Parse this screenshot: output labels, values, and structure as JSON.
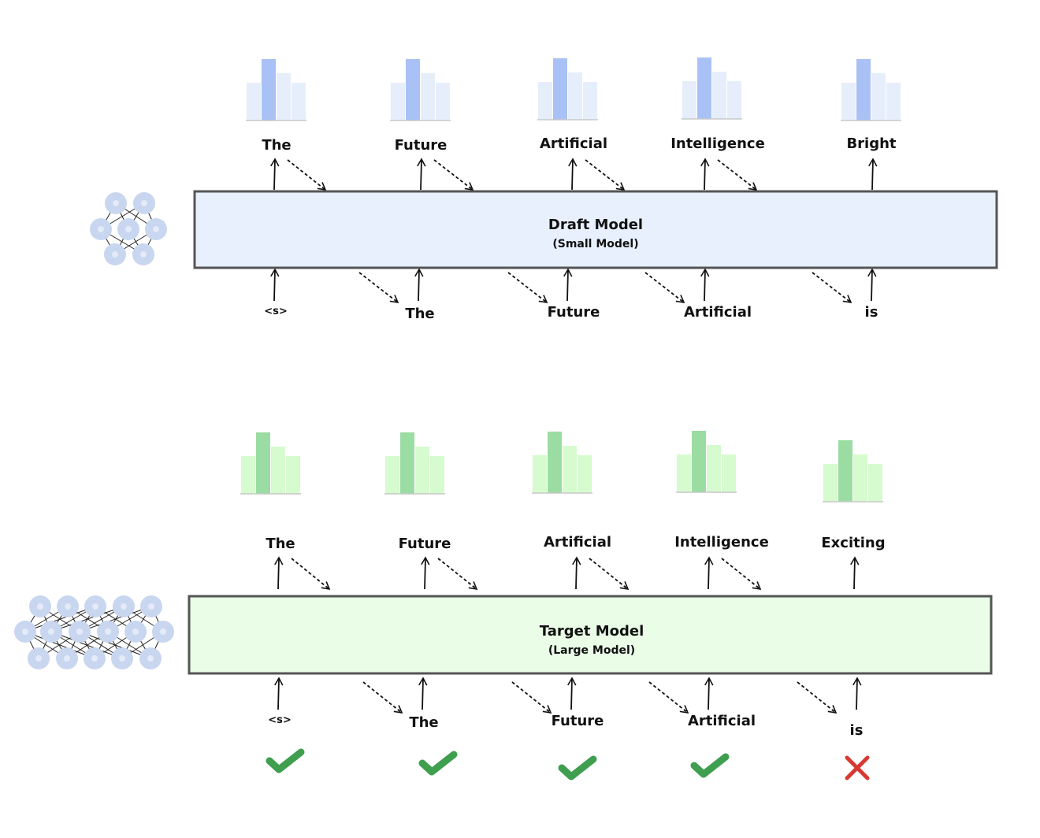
{
  "colors": {
    "draft_fill": "#e8f0fe",
    "draft_bar_light": "#e6eefc",
    "draft_bar_dark": "#a9c1f5",
    "target_fill": "#e9fde7",
    "target_bar_light": "#d6fbcf",
    "target_bar_dark": "#9bdca3",
    "box_border": "#555555",
    "node_fill": "#c9d6ef",
    "node_center": "#e3eaf8",
    "accept": "#3f9f4f",
    "reject": "#d63a33"
  },
  "draft_model": {
    "title": "Draft Model",
    "subtitle": "(Small Model)",
    "outputs": [
      "The",
      "Future",
      "Artificial",
      "Intelligence",
      "Bright"
    ],
    "inputs": [
      "<s>",
      "The",
      "Future",
      "Artificial",
      "is"
    ],
    "icon": "small-neural-network-icon"
  },
  "target_model": {
    "title": "Target Model",
    "subtitle": "(Large Model)",
    "outputs": [
      "The",
      "Future",
      "Artificial",
      "Intelligence",
      "Exciting"
    ],
    "inputs": [
      "<s>",
      "The",
      "Future",
      "Artificial",
      "is"
    ],
    "icon": "large-neural-network-icon",
    "verification": [
      "accept",
      "accept",
      "accept",
      "accept",
      "reject"
    ]
  }
}
